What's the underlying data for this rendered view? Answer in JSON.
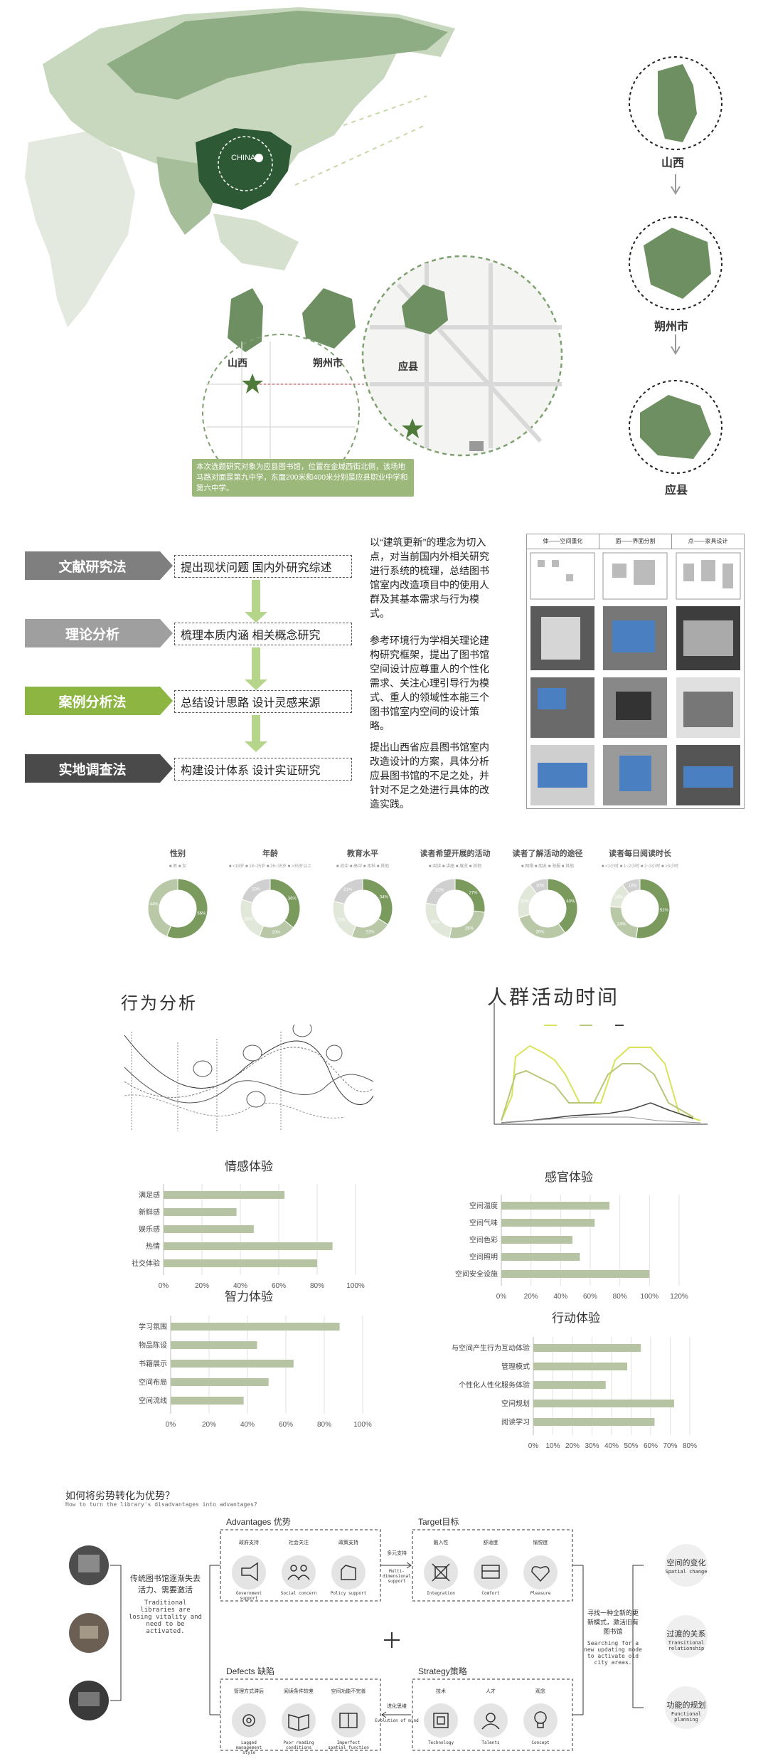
{
  "map": {
    "china_label": "CHINA",
    "side_shanxi": "山西",
    "side_shuozhou": "朔州市",
    "side_yingxian": "应县",
    "small_shanxi": "山西",
    "small_shuozhou": "朔州市",
    "big_yingxian": "应县",
    "caption": "本次选题研究对象为应县图书馆，位置在金城西街北侧，该场地马路对面是第九中学，东面200米和400米分别是应县职业中学和第六中学。",
    "colors": {
      "light_green": "#c8d8be",
      "mid_green": "#8fad85",
      "dark_green": "#2d5a34"
    }
  },
  "methods": {
    "items": [
      {
        "label": "文献研究法",
        "color": "#7f7f7f",
        "step": "提出现状问题 国内外研究综述"
      },
      {
        "label": "理论分析",
        "color": "#9f9f9f",
        "step": "梳理本质内涵 相关概念研究"
      },
      {
        "label": "案例分析法",
        "color": "#8db542",
        "step": "总结设计思路 设计灵感来源"
      },
      {
        "label": "实地调查法",
        "color": "#4a4a4a",
        "step": "构建设计体系 设计实证研究"
      }
    ],
    "desc1": "以“建筑更新”的理念为切入点，对当前国内外相关研究进行系统的梳理，总结图书馆室内改造项目中的使用人群及其基本需求与行为模式。",
    "desc2": "参考环境行为学相关理论建构研究框架，提出了图书馆空间设计应尊重人的个性化需求、关注心理引导行为模式、重人的领域性本能三个图书馆室内空间的设计策略。",
    "desc3": "提出山西省应县图书馆室内改造设计的方案，具体分析应县图书馆的不足之处，并针对不足之处进行具体的改造实践。",
    "case_headers": [
      "体——空间重化",
      "面——界面分割",
      "点——家具设计"
    ]
  },
  "survey": {
    "pies": [
      {
        "title": "性别",
        "sub": "■ 男 ■ 女",
        "values": [
          56,
          44
        ],
        "labels": [
          "56%",
          "44%"
        ]
      },
      {
        "title": "年龄",
        "sub": "■ <18岁 ■ 18~25岁 ■ 26~35岁 ■ >35岁以上",
        "values": [
          36,
          20,
          24,
          20
        ],
        "labels": [
          "36%",
          "20%",
          "24%",
          "20%"
        ]
      },
      {
        "title": "教育水平",
        "sub": "■ 初中 ■ 高中 ■ 本科 ■ 其他",
        "values": [
          34,
          22,
          23,
          21
        ],
        "labels": [
          "34%",
          "22%",
          "23%",
          "21%"
        ]
      },
      {
        "title": "读者希望开展的活动",
        "sub": "■ 阅读 ■ 讲座 ■ 展览 ■ 其他",
        "values": [
          27,
          26,
          25,
          22
        ],
        "labels": [
          "27%",
          "26%",
          "25%",
          "22%"
        ]
      },
      {
        "title": "读者了解活动的途径",
        "sub": "■ 网络 ■ 朋友 ■ 海报 ■ 其他",
        "values": [
          40,
          30,
          20,
          10
        ],
        "labels": [
          "40%",
          "30%",
          "20%",
          "10%"
        ]
      },
      {
        "title": "读者每日阅读时长",
        "sub": "■ <1小时 ■ 1~2小时 ■ 2~3小时 ■ >3小时",
        "values": [
          52,
          24,
          14,
          10
        ],
        "labels": [
          "52%",
          "24%",
          "14%",
          "10%"
        ]
      }
    ],
    "pie_colors": [
      "#7a9a5e",
      "#b9c9a7",
      "#e2e8d9",
      "#d0d0d0"
    ]
  },
  "behavior": {
    "title_left": "行为分析",
    "title_right": "人群活动时间",
    "line_colors": [
      "#d9e35a",
      "#b8c87a",
      "#444444",
      "#999999"
    ]
  },
  "chart_data": [
    {
      "type": "bar",
      "title": "情感体验",
      "categories": [
        "满足感",
        "新鲜感",
        "娱乐感",
        "热情",
        "社交体验"
      ],
      "values": [
        63,
        38,
        47,
        88,
        80
      ],
      "xticks": [
        "0%",
        "20%",
        "40%",
        "60%",
        "80%",
        "100%"
      ],
      "xlim": [
        0,
        100
      ]
    },
    {
      "type": "bar",
      "title": "感官体验",
      "categories": [
        "空间温度",
        "空间气味",
        "空间色彩",
        "空间照明",
        "空间安全设施"
      ],
      "values": [
        73,
        63,
        48,
        53,
        100
      ],
      "xticks": [
        "0%",
        "20%",
        "40%",
        "60%",
        "80%",
        "100%",
        "120%"
      ],
      "xlim": [
        0,
        120
      ]
    },
    {
      "type": "bar",
      "title": "智力体验",
      "categories": [
        "学习氛围",
        "物品陈设",
        "书籍展示",
        "空间布局",
        "空间流线"
      ],
      "values": [
        88,
        45,
        64,
        51,
        38
      ],
      "xticks": [
        "0%",
        "20%",
        "40%",
        "60%",
        "80%",
        "100%"
      ],
      "xlim": [
        0,
        100
      ]
    },
    {
      "type": "bar",
      "title": "行动体验",
      "categories": [
        "与空间产生行为互动体验",
        "管理模式",
        "个性化人性化服务体验",
        "空间规划",
        "阅读学习"
      ],
      "values": [
        55,
        48,
        37,
        72,
        62
      ],
      "xticks": [
        "0%",
        "10%",
        "20%",
        "30%",
        "40%",
        "50%",
        "60%",
        "70%",
        "80%"
      ],
      "xlim": [
        0,
        80
      ]
    }
  ],
  "strategy": {
    "question_cn": "如何将劣势转化为优势？",
    "question_en": "How to turn the library's disadvantages into advantages?",
    "left_cn": "传统图书馆逐渐失去活力、需要激活",
    "left_en": "Traditional libraries are losing vitality and need to be activated.",
    "advantages_title": "Advantages 优势",
    "advantages": [
      {
        "cn": "政府支持",
        "en": "Government support",
        "icon": "megaphone-icon"
      },
      {
        "cn": "社会关注",
        "en": "Social concern",
        "icon": "people-icon"
      },
      {
        "cn": "政策支持",
        "en": "Policy support",
        "icon": "hand-icon"
      }
    ],
    "target_title": "Target目标",
    "targets": [
      {
        "cn": "融入性",
        "en": "Integration",
        "icon": "puzzle-icon"
      },
      {
        "cn": "舒适度",
        "en": "Comfort",
        "icon": "sofa-icon"
      },
      {
        "cn": "愉悦度",
        "en": "Pleasure",
        "icon": "heart-icon"
      }
    ],
    "defects_title": "Defects 缺陷",
    "defects": [
      {
        "cn": "管理方式滞后",
        "en": "Lagged management style",
        "icon": "gear-icon"
      },
      {
        "cn": "阅读条件较差",
        "en": "Poor reading conditions",
        "icon": "book-icon"
      },
      {
        "cn": "空间功能不完善",
        "en": "Imperfect spatial function",
        "icon": "layout-icon"
      }
    ],
    "strategy_title": "Strategy策略",
    "strategies": [
      {
        "cn": "技术",
        "en": "Technology",
        "icon": "chip-icon"
      },
      {
        "cn": "人才",
        "en": "Talents",
        "icon": "talent-icon"
      },
      {
        "cn": "观念",
        "en": "Concept",
        "icon": "bulb-icon"
      }
    ],
    "multi_cn": "多元支持",
    "multi_en": "Multi-dimensional support",
    "evolve_cn": "进化思维",
    "evolve_en": "Evolution of mind",
    "right_cn": "寻找一种全新的更新模式，激活旧有图书馆",
    "right_en": "Searching for a new updating mode to activate old city areas.",
    "outcomes": [
      {
        "cn": "空间的变化",
        "en": "Spatial change"
      },
      {
        "cn": "过渡的关系",
        "en": "Transitional relationship"
      },
      {
        "cn": "功能的规划",
        "en": "Functional planning"
      }
    ]
  }
}
